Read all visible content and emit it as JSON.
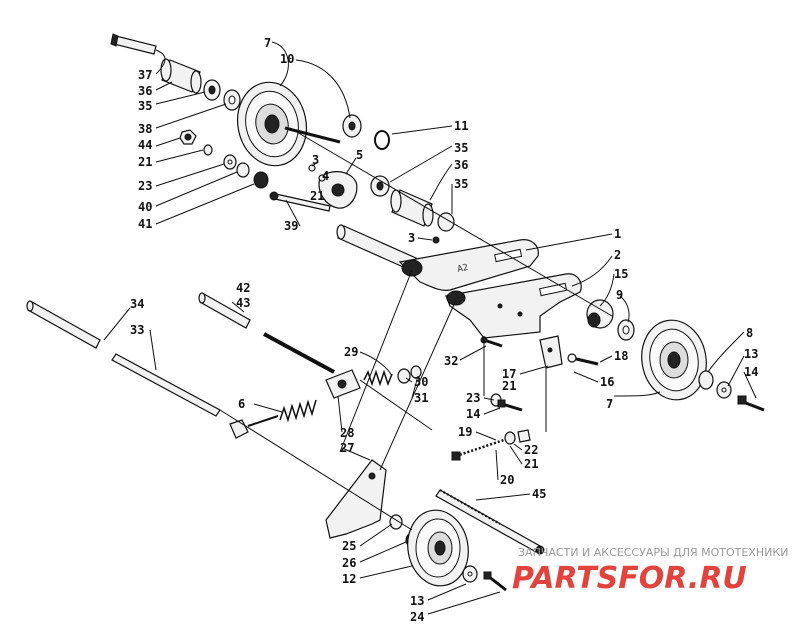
{
  "callouts": {
    "c1": "1",
    "c2": "2",
    "c3a": "3",
    "c3b": "3",
    "c4": "4",
    "c5": "5",
    "c6": "6",
    "c7a": "7",
    "c7b": "7",
    "c8": "8",
    "c9": "9",
    "c10": "10",
    "c11": "11",
    "c12": "12",
    "c13a": "13",
    "c13b": "13",
    "c14a": "14",
    "c14b": "14",
    "c15": "15",
    "c16": "16",
    "c17": "17",
    "c18": "18",
    "c19": "19",
    "c20": "20",
    "c21a": "21",
    "c21b": "21",
    "c21c": "21",
    "c21d": "21",
    "c22": "22",
    "c23a": "23",
    "c23b": "23",
    "c24": "24",
    "c25": "25",
    "c26": "26",
    "c27": "27",
    "c28": "28",
    "c29": "29",
    "c30": "30",
    "c31": "31",
    "c32": "32",
    "c33": "33",
    "c34": "34",
    "c35a": "35",
    "c35b": "35",
    "c35c": "35",
    "c36a": "36",
    "c36b": "36",
    "c37": "37",
    "c38": "38",
    "c39": "39",
    "c40": "40",
    "c41": "41",
    "c42": "42",
    "c43": "43",
    "c44": "44",
    "c45": "45"
  },
  "watermark": {
    "tagline": "ЗАПЧАСТИ И АКСЕССУАРЫ ДЛЯ МОТОТЕХНИКИ",
    "brand": "PARTSFOR.RU",
    "brand_color": "#e4433d"
  }
}
